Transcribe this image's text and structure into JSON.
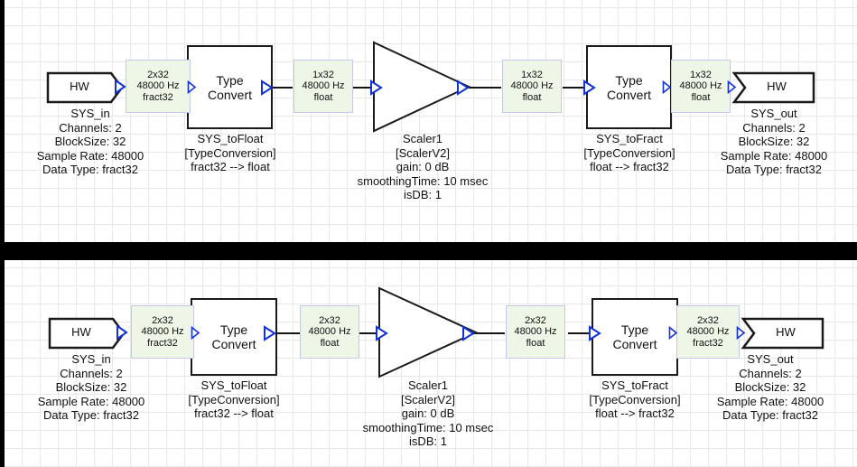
{
  "app": {
    "title": "Audio Weaver signal flow diagram",
    "theme": {
      "canvas_bg": "#ffffff",
      "grid_line": "#e8e8e8",
      "divider": "#000000",
      "signal_box_fill": "#eef6e8",
      "signal_box_border": "#c5c8e8",
      "port_arrow": "#1431d6",
      "block_outline": "#1a1a1a",
      "text": "#111111"
    }
  },
  "panels": [
    {
      "id": "top",
      "nodes": {
        "sys_in": {
          "block_label": "HW",
          "caption": [
            "SYS_in",
            "Channels: 2",
            "BlockSize: 32",
            "Sample Rate: 48000",
            "Data Type: fract32"
          ]
        },
        "sig_in": {
          "lines": [
            "2x32",
            "48000 Hz",
            "fract32"
          ]
        },
        "to_float": {
          "block_label": [
            "Type",
            "Convert"
          ],
          "caption": [
            "SYS_toFloat",
            "[TypeConversion]",
            "fract32 --> float"
          ]
        },
        "sig_float_1": {
          "lines": [
            "1x32",
            "48000 Hz",
            "float"
          ]
        },
        "scaler": {
          "caption": [
            "Scaler1",
            "[ScalerV2]",
            "gain: 0 dB",
            "smoothingTime: 10 msec",
            "isDB: 1"
          ]
        },
        "sig_float_2": {
          "lines": [
            "1x32",
            "48000 Hz",
            "float"
          ]
        },
        "to_fract": {
          "block_label": [
            "Type",
            "Convert"
          ],
          "caption": [
            "SYS_toFract",
            "[TypeConversion]",
            "float --> fract32"
          ]
        },
        "sig_out": {
          "lines": [
            "1x32",
            "48000 Hz",
            "float"
          ]
        },
        "sys_out": {
          "block_label": "HW",
          "caption": [
            "SYS_out",
            "Channels: 2",
            "BlockSize: 32",
            "Sample Rate: 48000",
            "Data Type: fract32"
          ]
        }
      }
    },
    {
      "id": "bottom",
      "nodes": {
        "sys_in": {
          "block_label": "HW",
          "caption": [
            "SYS_in",
            "Channels: 2",
            "BlockSize: 32",
            "Sample Rate: 48000",
            "Data Type: fract32"
          ]
        },
        "sig_in": {
          "lines": [
            "2x32",
            "48000 Hz",
            "fract32"
          ]
        },
        "to_float": {
          "block_label": [
            "Type",
            "Convert"
          ],
          "caption": [
            "SYS_toFloat",
            "[TypeConversion]",
            "fract32 --> float"
          ]
        },
        "sig_float_1": {
          "lines": [
            "2x32",
            "48000 Hz",
            "float"
          ]
        },
        "scaler": {
          "caption": [
            "Scaler1",
            "[ScalerV2]",
            "gain: 0 dB",
            "smoothingTime: 10 msec",
            "isDB: 1"
          ]
        },
        "sig_float_2": {
          "lines": [
            "2x32",
            "48000 Hz",
            "float"
          ]
        },
        "to_fract": {
          "block_label": [
            "Type",
            "Convert"
          ],
          "caption": [
            "SYS_toFract",
            "[TypeConversion]",
            "float --> fract32"
          ]
        },
        "sig_out": {
          "lines": [
            "2x32",
            "48000 Hz",
            "fract32"
          ]
        },
        "sys_out": {
          "block_label": "HW",
          "caption": [
            "SYS_out",
            "Channels: 2",
            "BlockSize: 32",
            "Sample Rate: 48000",
            "Data Type: fract32"
          ]
        }
      }
    }
  ]
}
